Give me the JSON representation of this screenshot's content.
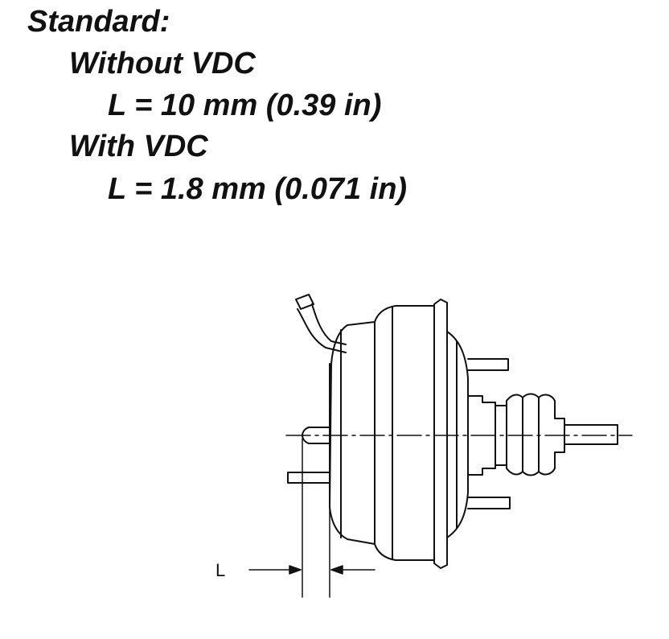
{
  "spec": {
    "title": "Standard:",
    "without_vdc": {
      "heading": "Without VDC",
      "value": "L = 10 mm (0.39 in)"
    },
    "with_vdc": {
      "heading": "With VDC",
      "value": "L = 1.8 mm (0.071 in)"
    }
  },
  "diagram": {
    "dimension_label": "L"
  }
}
